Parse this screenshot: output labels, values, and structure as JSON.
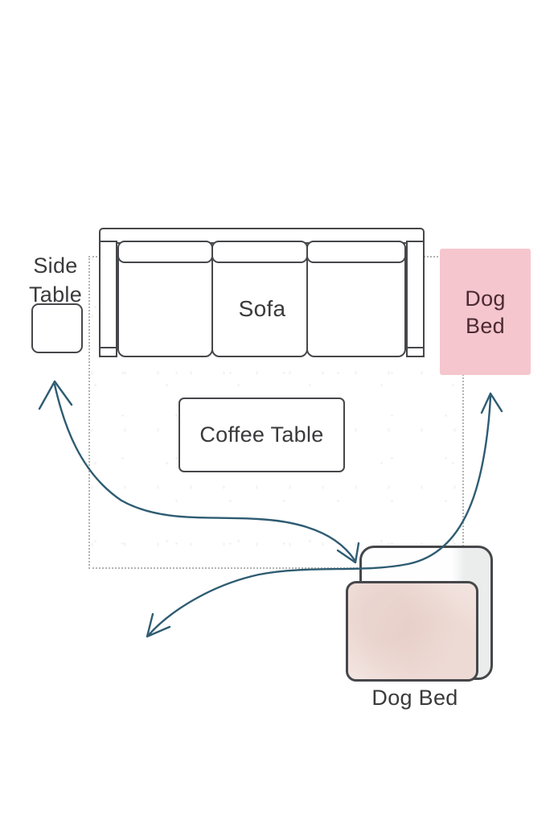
{
  "title": "Living room furniture layout diagram",
  "labels": {
    "side_table": "Side Table",
    "sofa": "Sofa",
    "dog_bed_spot": "Dog Bed",
    "coffee_table": "Coffee Table",
    "dog_bed": "Dog Bed"
  },
  "colors": {
    "arrow": "#2e5c72",
    "furniture_line": "#46474a",
    "label_text": "#3a3a3c",
    "dog_bed_spot_fill": "#f5c6ce",
    "dog_bed_spot_text": "#4b2a32",
    "rug_dots": "#b3b4b0",
    "dog_bed_cushion": "#f3e5e1",
    "bed_shading": "#eaedec"
  }
}
